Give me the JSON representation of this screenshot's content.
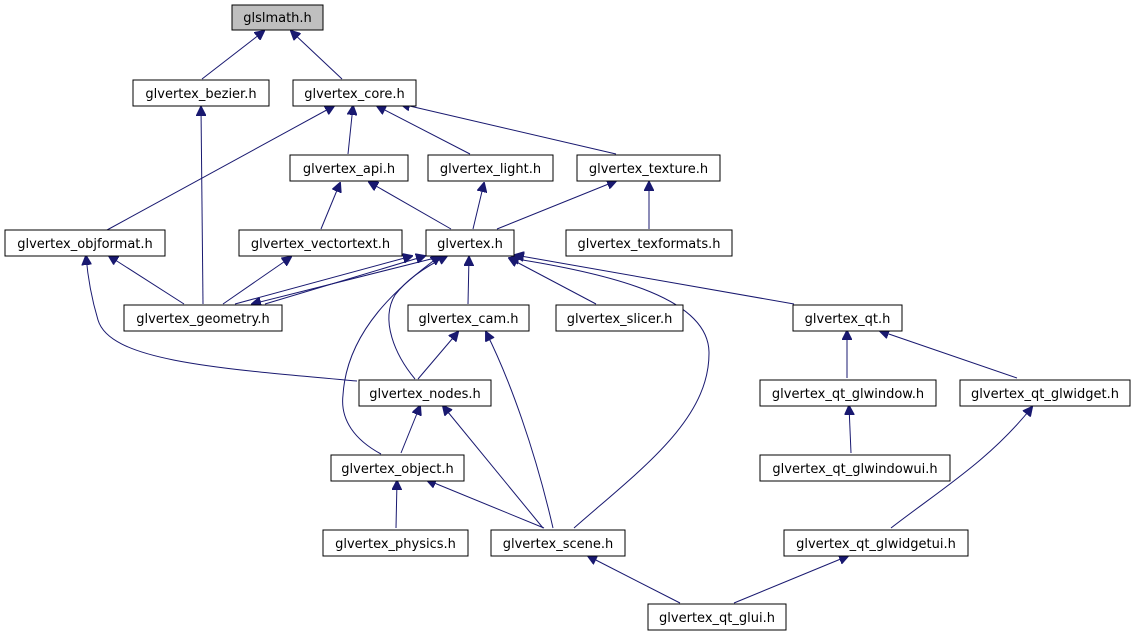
{
  "graph": {
    "edge_color": "#191970",
    "root_fill": "#bfbfbf",
    "nodes": [
      {
        "id": "glslmath",
        "label": "glslmath.h"
      },
      {
        "id": "bezier",
        "label": "glvertex_bezier.h"
      },
      {
        "id": "core",
        "label": "glvertex_core.h"
      },
      {
        "id": "api",
        "label": "glvertex_api.h"
      },
      {
        "id": "light",
        "label": "glvertex_light.h"
      },
      {
        "id": "texture",
        "label": "glvertex_texture.h"
      },
      {
        "id": "objformat",
        "label": "glvertex_objformat.h"
      },
      {
        "id": "vectortext",
        "label": "glvertex_vectortext.h"
      },
      {
        "id": "glvertex",
        "label": "glvertex.h"
      },
      {
        "id": "texformats",
        "label": "glvertex_texformats.h"
      },
      {
        "id": "geometry",
        "label": "glvertex_geometry.h"
      },
      {
        "id": "cam",
        "label": "glvertex_cam.h"
      },
      {
        "id": "slicer",
        "label": "glvertex_slicer.h"
      },
      {
        "id": "qt",
        "label": "glvertex_qt.h"
      },
      {
        "id": "nodes",
        "label": "glvertex_nodes.h"
      },
      {
        "id": "qt_glwindow",
        "label": "glvertex_qt_glwindow.h"
      },
      {
        "id": "qt_glwidget",
        "label": "glvertex_qt_glwidget.h"
      },
      {
        "id": "object",
        "label": "glvertex_object.h"
      },
      {
        "id": "qt_glwindowui",
        "label": "glvertex_qt_glwindowui.h"
      },
      {
        "id": "physics",
        "label": "glvertex_physics.h"
      },
      {
        "id": "scene",
        "label": "glvertex_scene.h"
      },
      {
        "id": "qt_glwidgetui",
        "label": "glvertex_qt_glwidgetui.h"
      },
      {
        "id": "qt_glui",
        "label": "glvertex_qt_glui.h"
      }
    ],
    "edges": [
      {
        "from": "bezier",
        "to": "glslmath"
      },
      {
        "from": "core",
        "to": "glslmath"
      },
      {
        "from": "geometry",
        "to": "bezier"
      },
      {
        "from": "objformat",
        "to": "core"
      },
      {
        "from": "api",
        "to": "core"
      },
      {
        "from": "light",
        "to": "core"
      },
      {
        "from": "texture",
        "to": "core"
      },
      {
        "from": "vectortext",
        "to": "api"
      },
      {
        "from": "glvertex",
        "to": "api"
      },
      {
        "from": "glvertex",
        "to": "light"
      },
      {
        "from": "glvertex",
        "to": "texture"
      },
      {
        "from": "texformats",
        "to": "texture"
      },
      {
        "from": "geometry",
        "to": "objformat"
      },
      {
        "from": "nodes",
        "to": "objformat"
      },
      {
        "from": "geometry",
        "to": "vectortext"
      },
      {
        "from": "geometry",
        "to": "glvertex"
      },
      {
        "from": "glvertex",
        "to": "geometry"
      },
      {
        "from": "cam",
        "to": "glvertex"
      },
      {
        "from": "slicer",
        "to": "glvertex"
      },
      {
        "from": "qt",
        "to": "glvertex"
      },
      {
        "from": "nodes",
        "to": "glvertex"
      },
      {
        "from": "object",
        "to": "glvertex"
      },
      {
        "from": "scene",
        "to": "glvertex"
      },
      {
        "from": "nodes",
        "to": "cam"
      },
      {
        "from": "scene",
        "to": "cam"
      },
      {
        "from": "qt_glwindow",
        "to": "qt"
      },
      {
        "from": "qt_glwidget",
        "to": "qt"
      },
      {
        "from": "object",
        "to": "nodes"
      },
      {
        "from": "scene",
        "to": "nodes"
      },
      {
        "from": "qt_glwindowui",
        "to": "qt_glwindow"
      },
      {
        "from": "qt_glwidgetui",
        "to": "qt_glwidget"
      },
      {
        "from": "physics",
        "to": "object"
      },
      {
        "from": "scene",
        "to": "object"
      },
      {
        "from": "qt_glui",
        "to": "scene"
      },
      {
        "from": "qt_glui",
        "to": "qt_glwidgetui"
      }
    ]
  }
}
